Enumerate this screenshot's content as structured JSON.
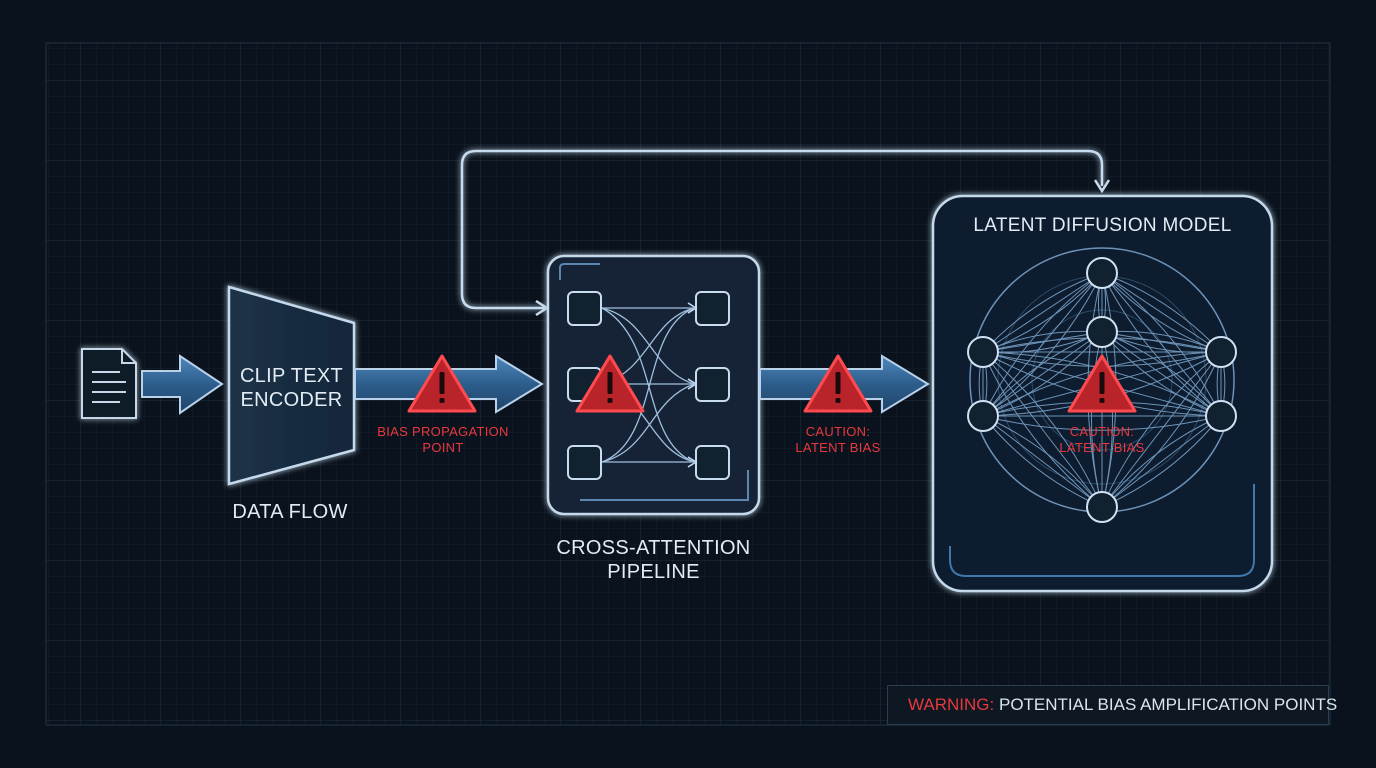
{
  "labels": {
    "clip_encoder": [
      "CLIP TEXT",
      "ENCODER"
    ],
    "data_flow": "DATA FLOW",
    "bias_propagation": [
      "BIAS PROPAGATION",
      "POINT"
    ],
    "cross_attention": [
      "CROSS-ATTENTION",
      "PIPELINE"
    ],
    "caution_1": [
      "CAUTION:",
      "LATENT BIAS"
    ],
    "latent_model": "LATENT DIFFUSION MODEL",
    "caution_2": [
      "CAUTION:",
      "LATENT BIAS"
    ]
  },
  "legend": {
    "warning_word": "WARNING:",
    "text": " POTENTIAL BIAS AMPLIFICATION POINTS"
  },
  "icons": [
    "document-icon",
    "warning-icon"
  ],
  "colors": {
    "background": "#0a131d",
    "grid": "#1a2a3a",
    "outline": "#b9d2ea",
    "arrow_fill": "#3a6f9f",
    "warning": "#e8383d",
    "warning_fill": "#c3272c",
    "text": "#e3ecf5"
  }
}
